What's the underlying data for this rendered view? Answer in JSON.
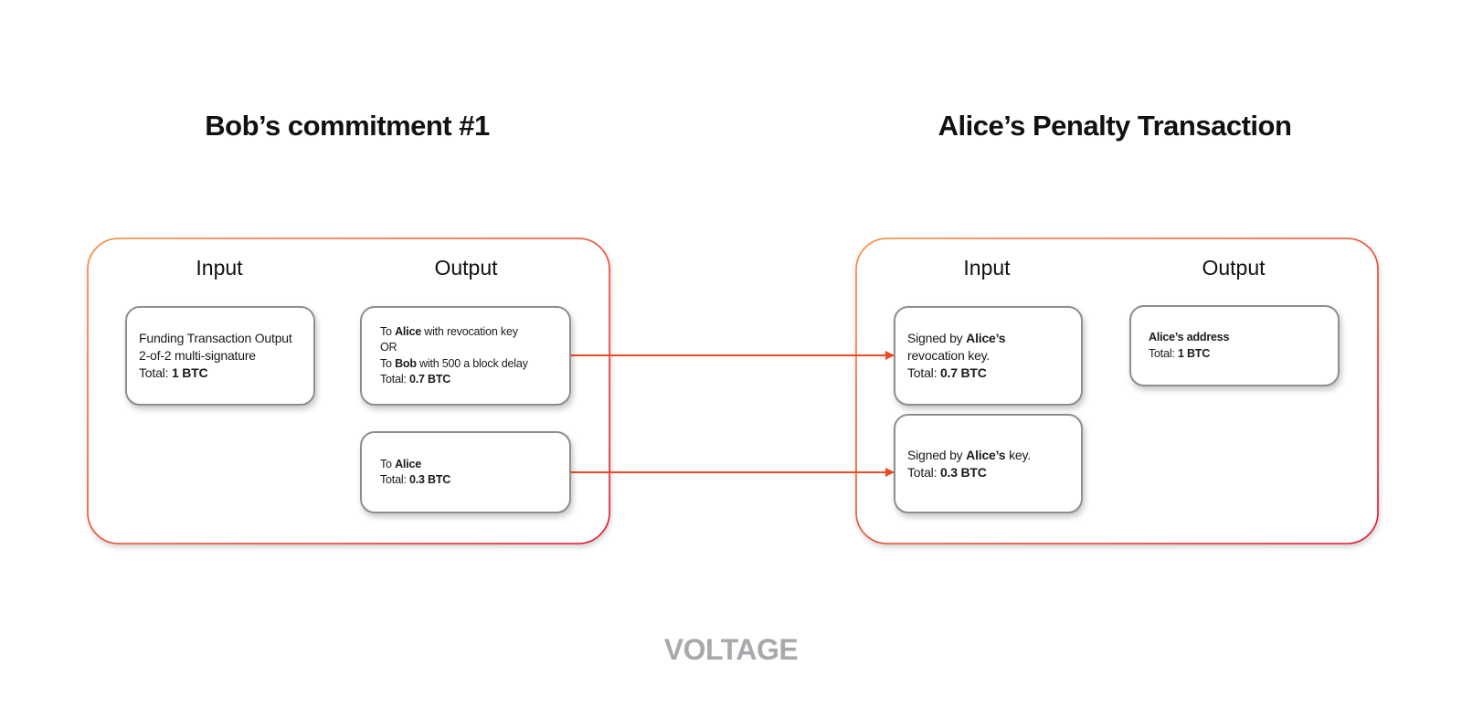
{
  "titles": {
    "left": "Bob’s commitment #1",
    "right": "Alice’s Penalty Transaction"
  },
  "bob_commitment": {
    "input_heading": "Input",
    "output_heading": "Output",
    "funding_box": {
      "line1": "Funding Transaction Output",
      "line2": "2-of-2 multi-signature",
      "total_label": "Total: ",
      "total_value": "1 BTC"
    },
    "output_revocable": {
      "line1_prefix": "To ",
      "line1_name": "Alice",
      "line1_suffix": " with revocation key",
      "line2": "OR",
      "line3_prefix": "To ",
      "line3_name": "Bob",
      "line3_suffix": " with 500 a block delay",
      "total_label": "Total: ",
      "total_value": "0.7 BTC"
    },
    "output_alice": {
      "line1_prefix": "To ",
      "line1_name": "Alice",
      "total_label": "Total: ",
      "total_value": "0.3 BTC"
    }
  },
  "alice_penalty": {
    "input_heading": "Input",
    "output_heading": "Output",
    "input_revocation": {
      "line1_prefix": "Signed by ",
      "line1_name": "Alice’s",
      "line2": "revocation key.",
      "total_label": "Total: ",
      "total_value": "0.7 BTC"
    },
    "input_key": {
      "line1_prefix": "Signed by ",
      "line1_name": "Alice’s",
      "line1_suffix": " key.",
      "total_label": "Total: ",
      "total_value": "0.3 BTC"
    },
    "output_address": {
      "line1": "Alice’s address",
      "total_label": "Total: ",
      "total_value": "1 BTC"
    }
  },
  "logo": {
    "text": "VOLTAGE",
    "color": "#a7a9ac"
  },
  "colors": {
    "frame_gradient_start": "#f7893a",
    "frame_gradient_end": "#e3102a",
    "arrow": "#f04a1e",
    "box_border": "#8e8e8e"
  },
  "icons": [
    "voltage-logo-icon",
    "arrow-right-icon"
  ]
}
